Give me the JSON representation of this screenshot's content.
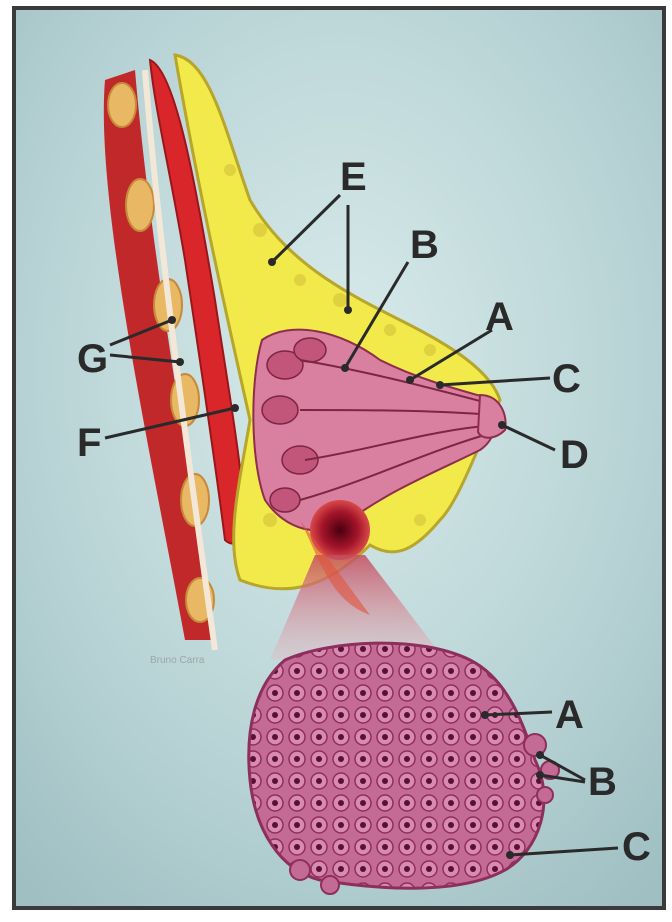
{
  "labels": {
    "A": "A",
    "B": "B",
    "C": "C",
    "D": "D",
    "E": "E",
    "F": "F",
    "G": "G",
    "A2": "A",
    "B2": "B",
    "C2": "C"
  },
  "signature": "Bruno Carra"
}
